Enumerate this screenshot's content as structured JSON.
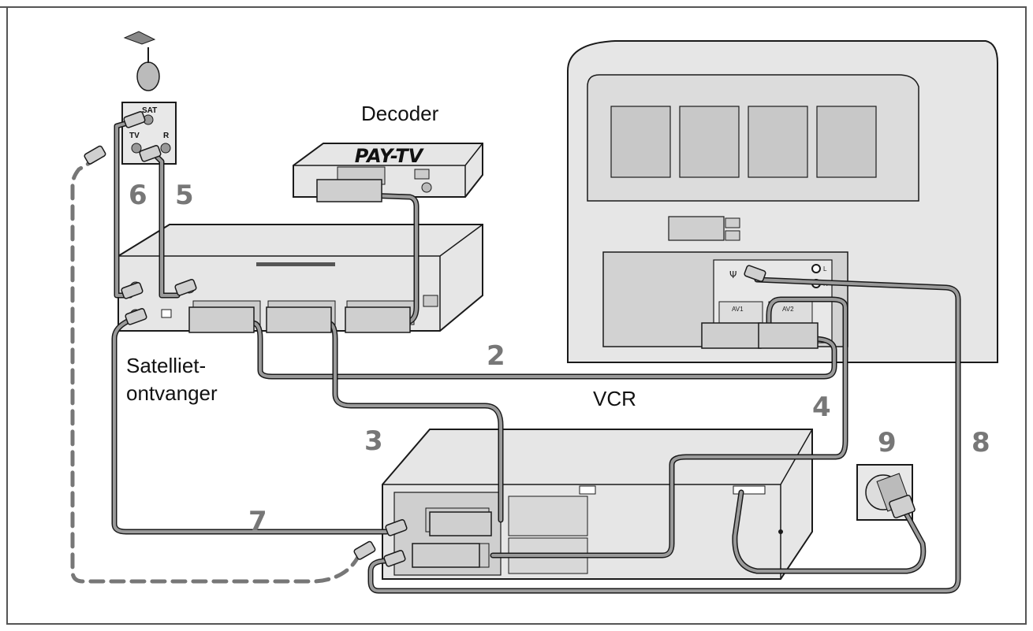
{
  "labels": {
    "decoder": "Decoder",
    "pay_tv": "PAY-TV",
    "satellite_receiver_line1": "Satelliet-",
    "satellite_receiver_line2": "ontvanger",
    "vcr": "VCR",
    "wall_box_sat": "SAT",
    "wall_box_tv": "TV",
    "wall_box_r": "R",
    "tv_av1": "AV1",
    "tv_av2": "AV2"
  },
  "cable_numbers": [
    "2",
    "3",
    "4",
    "5",
    "6",
    "7",
    "8",
    "9"
  ],
  "colors": {
    "cable": "#9a9a9a",
    "outline": "#1a1a1a",
    "device_fill": "#e6e6e6",
    "device_dark": "#c8c8c8",
    "number": "#777777"
  }
}
